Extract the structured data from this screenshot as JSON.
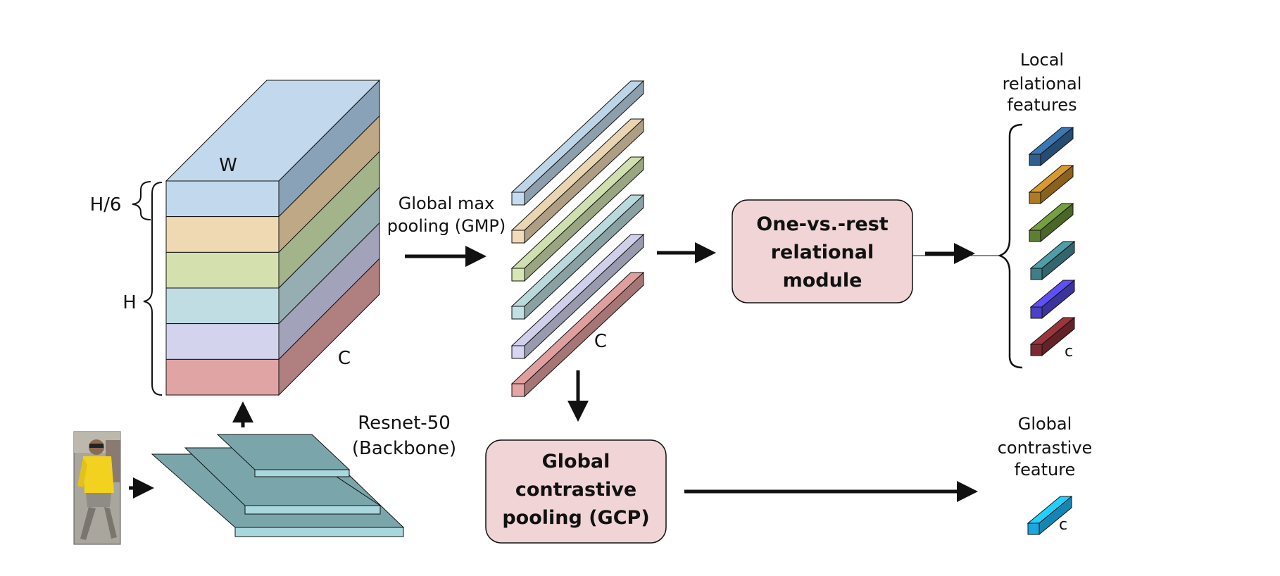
{
  "labels": {
    "w": "W",
    "h6": "H/6",
    "h": "H",
    "c_map": "C",
    "c_bars": "C",
    "gmp": [
      "Global max",
      "pooling (GMP)"
    ],
    "backbone": [
      "Resnet-50",
      "(Backbone)"
    ],
    "local_title": [
      "Local",
      "relational",
      "features"
    ],
    "local_c": "c",
    "global_title": [
      "Global",
      "contrastive",
      "feature"
    ],
    "global_c": "c"
  },
  "modules": {
    "one_vs_rest": [
      "One-vs.-rest",
      "relational",
      "module"
    ],
    "gcp": [
      "Global",
      "contrastive",
      "pooling (GCP)"
    ]
  },
  "colors": {
    "feature_map_front": [
      "#c2d8ec",
      "#efd9b2",
      "#d4e1ae",
      "#bfdde2",
      "#d3d3ee",
      "#e0a4a4"
    ],
    "feature_map_side": [
      "#8aa2b8",
      "#bfa886",
      "#a3b38a",
      "#96adb1",
      "#a3a2bb",
      "#b07f7f"
    ],
    "pooled_bars": [
      "#c4dcef",
      "#f1dcb7",
      "#d6e6b4",
      "#c0e0e3",
      "#d6d6f2",
      "#e7a4a4"
    ],
    "local_features": [
      "#2f5f8e",
      "#ad7a25",
      "#5e7f33",
      "#3e7e87",
      "#4a41c4",
      "#7c2a31"
    ],
    "global_feature": "#1aa6e0",
    "backbone": "#7aa6ab",
    "backbone_edge": "#a8d7de",
    "module_fill": "#f0d4d6",
    "person_shirt": "#f2d21e"
  }
}
